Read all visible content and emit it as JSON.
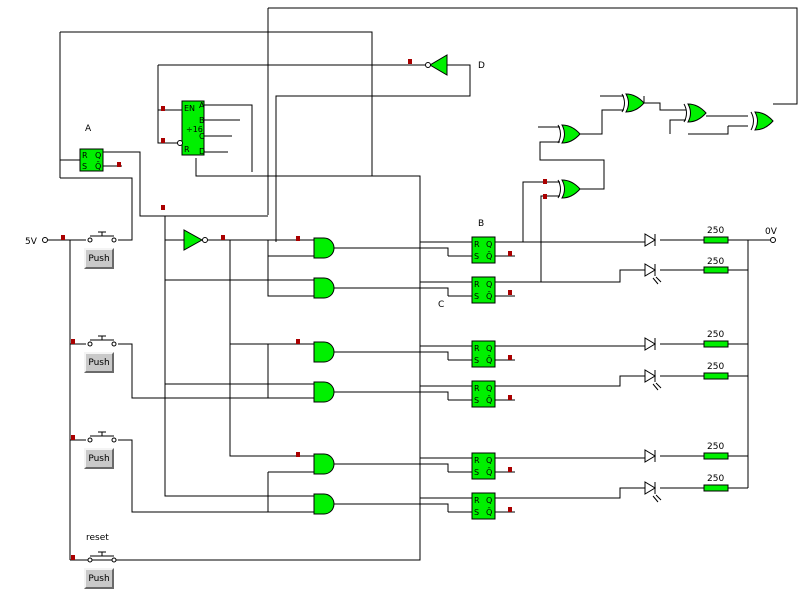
{
  "labels": {
    "a": "A",
    "b": "B",
    "c": "C",
    "d": "D",
    "supply": "5V",
    "ground": "0V",
    "reset": "reset"
  },
  "counter": {
    "en": "EN",
    "mod": "÷16",
    "r": "R",
    "out_a": "A",
    "out_b": "B",
    "out_c": "C",
    "out_d": "D"
  },
  "flipflop": {
    "r": "R",
    "s": "S",
    "q": "Q",
    "qbar": "Q̄"
  },
  "resistors": [
    "250",
    "250",
    "250",
    "250",
    "250",
    "250"
  ],
  "buttons": [
    "Push",
    "Push",
    "Push",
    "Push"
  ]
}
